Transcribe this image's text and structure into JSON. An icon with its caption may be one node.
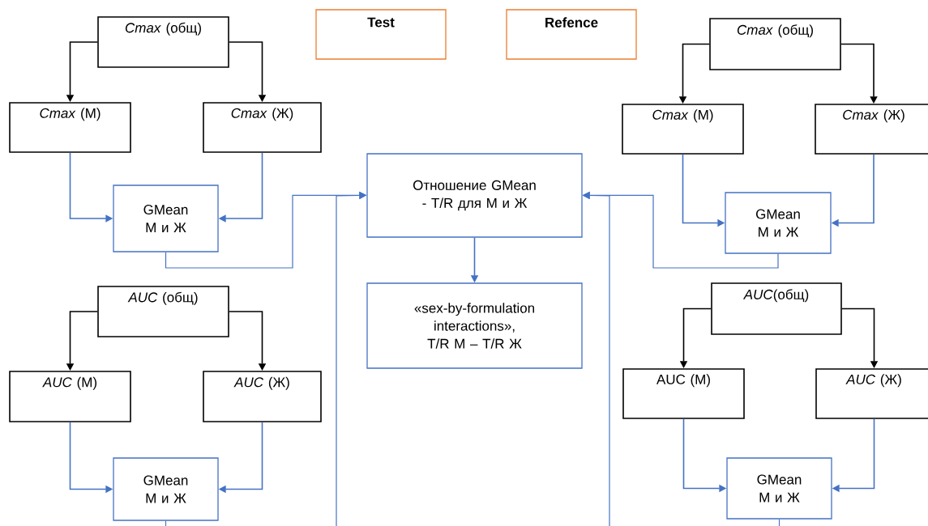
{
  "diagram": {
    "nodes": [
      {
        "text": [
          "Test"
        ]
      },
      {
        "text": [
          "Refence"
        ]
      },
      {
        "text": [
          "*Cmax* (общ)"
        ]
      },
      {
        "text": [
          "*Cmax* (М)"
        ]
      },
      {
        "text": [
          "*Cmax* (Ж)"
        ]
      },
      {
        "text": [
          "GMean М и Ж"
        ]
      },
      {
        "text": [
          "Отношение GMean - T/R для М и Ж"
        ]
      },
      {
        "text": [
          "«sex-by-formulation interactions», T/R М – T/R Ж"
        ]
      },
      {
        "text": [
          "*Cmax* (общ)"
        ]
      },
      {
        "text": [
          "*Cmax* (М)"
        ]
      },
      {
        "text": [
          "*Cmax* (Ж)"
        ]
      },
      {
        "text": [
          "GMean М и Ж"
        ]
      },
      {
        "text": [
          "*AUC* (общ)"
        ]
      },
      {
        "text": [
          "*AUC* (М)"
        ]
      },
      {
        "text": [
          "*AUC* (Ж)"
        ]
      },
      {
        "text": [
          "GMean М и Ж"
        ]
      },
      {
        "text": [
          "*AUC*(общ)"
        ]
      },
      {
        "text": [
          "AUC (М)"
        ]
      },
      {
        "text": [
          "*AUC* (Ж)"
        ]
      },
      {
        "text": [
          "GMean М и Ж"
        ]
      }
    ],
    "edges": [
      {
        "from": 2,
        "to": 3,
        "arrow": "to",
        "color": "#000000"
      },
      {
        "from": 2,
        "to": 4,
        "arrow": "to",
        "color": "#000000"
      },
      {
        "from": 3,
        "to": 5,
        "arrow": "to"
      },
      {
        "from": 4,
        "to": 5,
        "arrow": "to"
      },
      {
        "from": 8,
        "to": 9,
        "arrow": "to",
        "color": "#000000"
      },
      {
        "from": 8,
        "to": 10,
        "arrow": "to",
        "color": "#000000"
      },
      {
        "from": 9,
        "to": 11,
        "arrow": "to"
      },
      {
        "from": 10,
        "to": 11,
        "arrow": "to"
      },
      {
        "from": 5,
        "to": 6,
        "arrow": "to"
      },
      {
        "from": 11,
        "to": 6,
        "arrow": "to"
      },
      {
        "from": 6,
        "to": 7,
        "arrow": "to"
      },
      {
        "from": 12,
        "to": 13,
        "arrow": "to",
        "color": "#000000"
      },
      {
        "from": 12,
        "to": 14,
        "arrow": "to",
        "color": "#000000"
      },
      {
        "from": 13,
        "to": 15,
        "arrow": "to"
      },
      {
        "from": 14,
        "to": 15,
        "arrow": "to"
      },
      {
        "from": 16,
        "to": 17,
        "arrow": "to",
        "color": "#000000"
      },
      {
        "from": 16,
        "to": 18,
        "arrow": "to",
        "color": "#000000"
      },
      {
        "from": 17,
        "to": 19,
        "arrow": "to"
      },
      {
        "from": 18,
        "to": 19,
        "arrow": "to"
      },
      {
        "from": null,
        "to": 6,
        "arrow": "to"
      },
      {
        "from": null,
        "to": 6,
        "arrow": "to"
      },
      {
        "from": 15,
        "to": null,
        "arrow": "none"
      },
      {
        "from": 19,
        "to": null,
        "arrow": "none"
      }
    ]
  }
}
